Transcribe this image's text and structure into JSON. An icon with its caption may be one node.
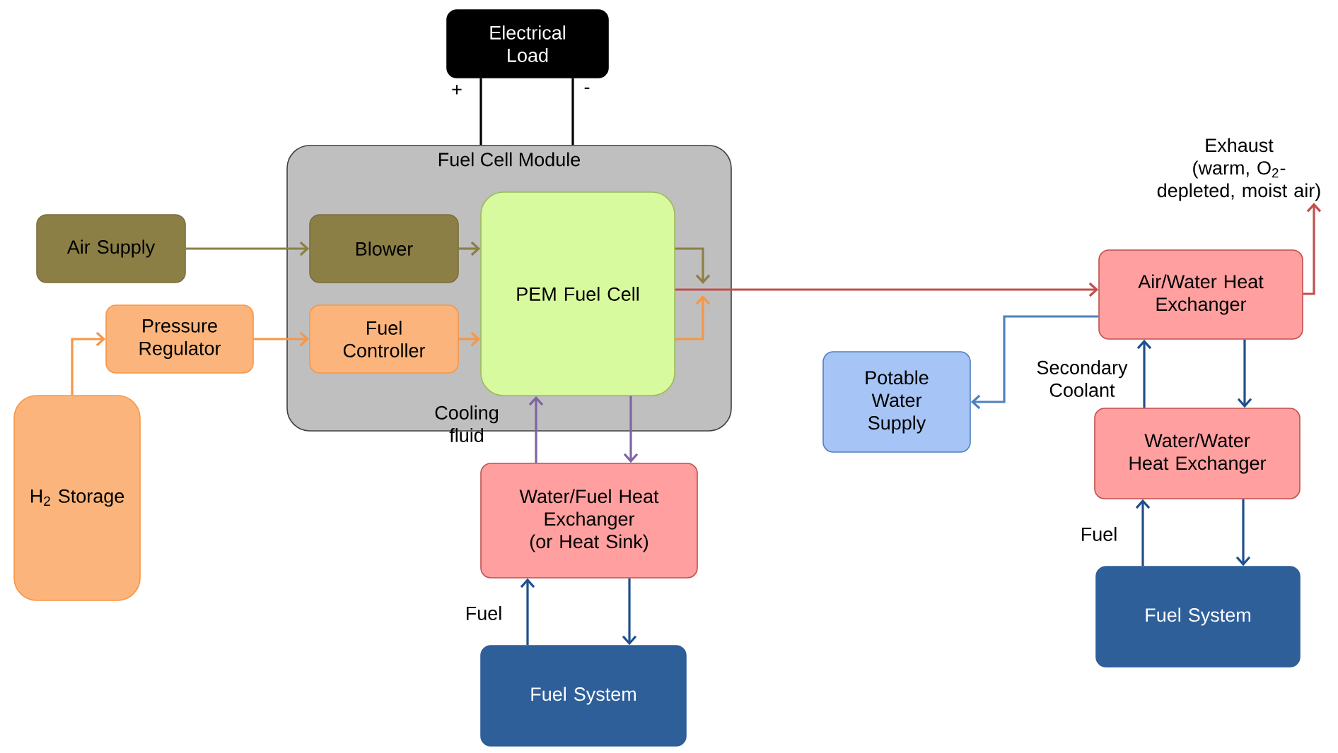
{
  "diagram": {
    "nodes": [
      {
        "text": [
          "Electrical Load"
        ]
      },
      {
        "text": [
          "Fuel Cell Module"
        ]
      },
      {
        "text": [
          "Air Supply"
        ]
      },
      {
        "text": [
          "Blower"
        ],
        "in": 1
      },
      {
        "text": [
          "Pressure Regulator"
        ]
      },
      {
        "text": [
          "Fuel Controller"
        ],
        "in": 1
      },
      {
        "text": [
          "PEM Fuel Cell"
        ],
        "in": 1
      },
      {
        "text": [
          "H$_{2}$ Storage"
        ]
      },
      {
        "text": [
          "Water/Fuel Heat Exchanger (or Heat Sink)"
        ]
      },
      {
        "text": [
          "Fuel System"
        ]
      },
      {
        "text": [
          "Exhaust",
          "(warm, O$_{2}$-depleted, moist air)"
        ]
      },
      {
        "text": [
          "Air/Water Heat Exchanger"
        ]
      },
      {
        "text": [
          "Potable Water Supply"
        ]
      },
      {
        "text": [
          "Water/Water Heat Exchanger"
        ]
      },
      {
        "text": [
          "Fuel System"
        ]
      }
    ],
    "edges": [
      {
        "from": 0,
        "to": 1,
        "arrow": "none",
        "label": "+",
        "color": "#000000"
      },
      {
        "from": 0,
        "to": 1,
        "arrow": "none",
        "label": "-",
        "color": "#000000"
      },
      {
        "from": 2,
        "to": 3,
        "arrow": "to",
        "color": "#8c7f45"
      },
      {
        "from": 3,
        "to": 6,
        "arrow": "to",
        "color": "#8c7f45"
      },
      {
        "from": 7,
        "to": 4,
        "arrow": "to",
        "color": "#f79646"
      },
      {
        "from": 4,
        "to": 5,
        "arrow": "to",
        "color": "#f79646"
      },
      {
        "from": 5,
        "to": 6,
        "arrow": "to",
        "color": "#f79646"
      },
      {
        "from": 6,
        "to": 11,
        "arrow": "to",
        "color": "#c0504d"
      },
      {
        "from": 6,
        "to": 8,
        "arrow": "to",
        "color": "#8064a2"
      },
      {
        "from": 8,
        "to": 6,
        "arrow": "to",
        "color": "#8064a2",
        "label": "Cooling fluid"
      },
      {
        "from": 9,
        "to": 8,
        "arrow": "to",
        "color": "#1f4e8c",
        "label": "Fuel"
      },
      {
        "from": 8,
        "to": 9,
        "arrow": "to",
        "color": "#1f4e8c"
      },
      {
        "from": 11,
        "to": 10,
        "arrow": "to",
        "color": "#c0504d"
      },
      {
        "from": 11,
        "to": 12,
        "arrow": "to",
        "color": "#4f81bd"
      },
      {
        "from": 13,
        "to": 11,
        "arrow": "to",
        "color": "#1f4e8c",
        "label": "Secondary Coolant"
      },
      {
        "from": 11,
        "to": 13,
        "arrow": "to",
        "color": "#1f4e8c"
      },
      {
        "from": 14,
        "to": 13,
        "arrow": "to",
        "color": "#1f4e8c",
        "label": "Fuel"
      },
      {
        "from": 13,
        "to": 14,
        "arrow": "to",
        "color": "#1f4e8c"
      },
      {
        "from": 6,
        "to": null,
        "arrow": "to",
        "color": "#8c7f45"
      },
      {
        "from": 6,
        "to": null,
        "arrow": "to",
        "color": "#f79646"
      }
    ]
  }
}
